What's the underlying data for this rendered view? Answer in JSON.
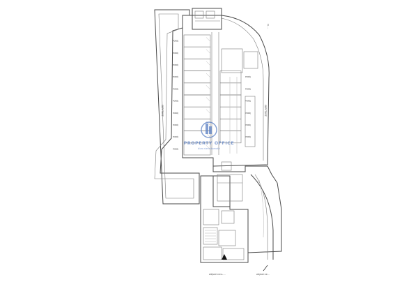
{
  "plan": {
    "watermark": {
      "title": "PROPERTY OFFICE",
      "subtitle": "biuro nieruchomości"
    },
    "corridor_label": "KORYTARZ",
    "rooms": [
      {
        "id": "r1",
        "label": "POKÓJ"
      },
      {
        "id": "r2",
        "label": "POKÓJ"
      },
      {
        "id": "r3",
        "label": "POKÓJ"
      },
      {
        "id": "r4",
        "label": "POKÓJ"
      },
      {
        "id": "r5",
        "label": "POKÓJ"
      },
      {
        "id": "r6",
        "label": "POKÓJ"
      },
      {
        "id": "r7",
        "label": "POKÓJ"
      },
      {
        "id": "r8",
        "label": "POKÓJ"
      },
      {
        "id": "r9",
        "label": "POKÓJ"
      },
      {
        "id": "r10",
        "label": "POKÓJ"
      }
    ],
    "street_labels": {
      "top_right": "UL. ...",
      "bottom_left": "WEJŚCIE OD UL. ...",
      "bottom_right": "WEJŚCIE OD ..."
    },
    "colors": {
      "line": "#4a4a4a",
      "watermark": "#5a7fc4"
    },
    "icons": [
      "entrance-triangle-icon",
      "building-logo-icon"
    ]
  }
}
